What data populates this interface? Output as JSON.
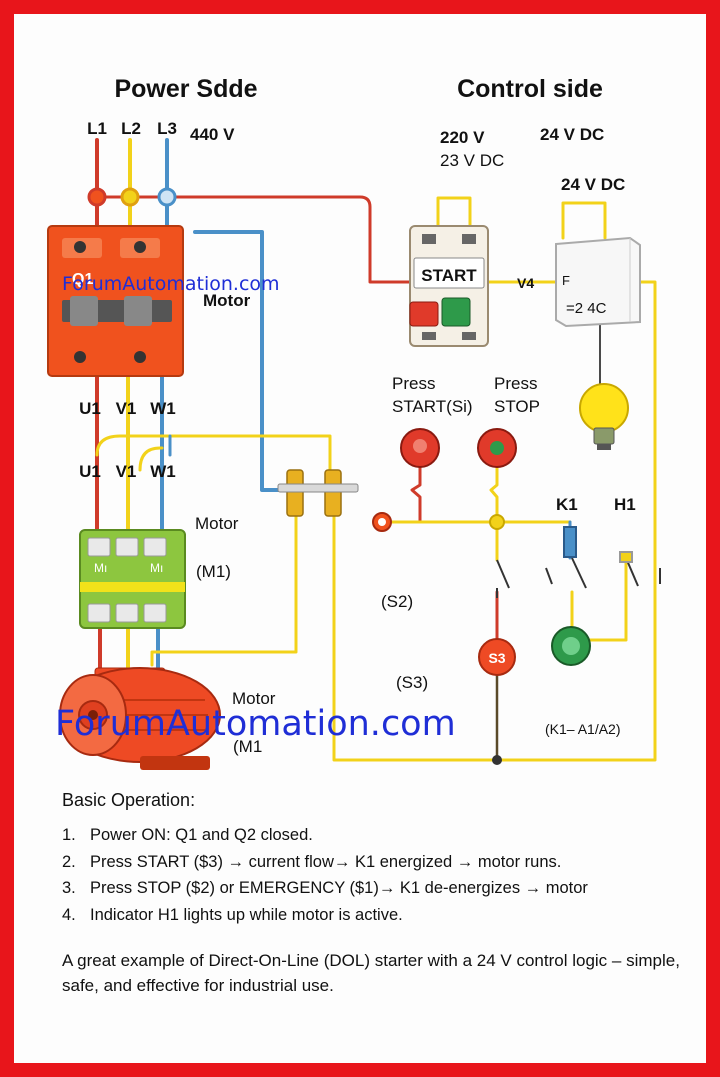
{
  "diagram": {
    "power_title": "Power Sdde",
    "control_title": "Control side",
    "phases": [
      "L1",
      "L2",
      "L3"
    ],
    "supply_voltage": "440 V",
    "control_voltage_220": "220 V",
    "control_voltage_23": "23 V DC",
    "control_voltage_24_top": "24 V DC",
    "control_voltage_24_mid": "24 V DC",
    "breaker_label": "Q1",
    "watermark_small": "ForumAutomation.com",
    "motor_label_top": "Motor",
    "terminals_row1": [
      "U1",
      "V1",
      "W1"
    ],
    "terminals_row2": [
      "U1",
      "V1",
      "W1"
    ],
    "contactor_motor_label": "Motor",
    "contactor_m1_label": "(M1)",
    "contactor_pole_labels": [
      "Mı",
      "Mı"
    ],
    "motor_label": "Motor",
    "motor_m1_label": "(M1",
    "start_module_label": "START",
    "v4_label": "V4",
    "relay_label_a": "F",
    "relay_label_b": "=2 4C",
    "press_start_line1": "Press",
    "press_start_line2": "START(Si)",
    "press_stop_line1": "Press",
    "press_stop_line2": "STOP",
    "k1_label": "K1",
    "h1_label": "H1",
    "s2_label": "(S2)",
    "s3_badge": "S3",
    "s3_label": "(S3)",
    "k1_coil_label": "(K1– A1/A2)",
    "watermark_large": "ForumAutomation.com",
    "colors": {
      "frame": "#e8151b",
      "breaker": "#f0521e",
      "contactor": "#8dc63f",
      "motor": "#ee4a24",
      "wire_yellow": "#f2d21a",
      "wire_blue": "#4a90c8",
      "wire_red": "#cf3b2a",
      "watermark": "#1f2ed6"
    }
  },
  "notes": {
    "heading": "Basic Operation:",
    "steps": [
      {
        "num": "1.",
        "text": "Power ON: Q1 and Q2 closed."
      },
      {
        "num": "2.",
        "text": "Press START ($3) → current flow→ K1 energized → motor runs."
      },
      {
        "num": "3.",
        "text": "Press STOP ($2) or EMERGENCY ($1)→ K1 de-energizes → motor"
      },
      {
        "num": "4.",
        "text": "Indicator H1 lights up while motor is active."
      }
    ],
    "summary": "A great example of Direct-On-Line (DOL) starter with a 24 V control logic – simple, safe, and effective for industrial use."
  }
}
